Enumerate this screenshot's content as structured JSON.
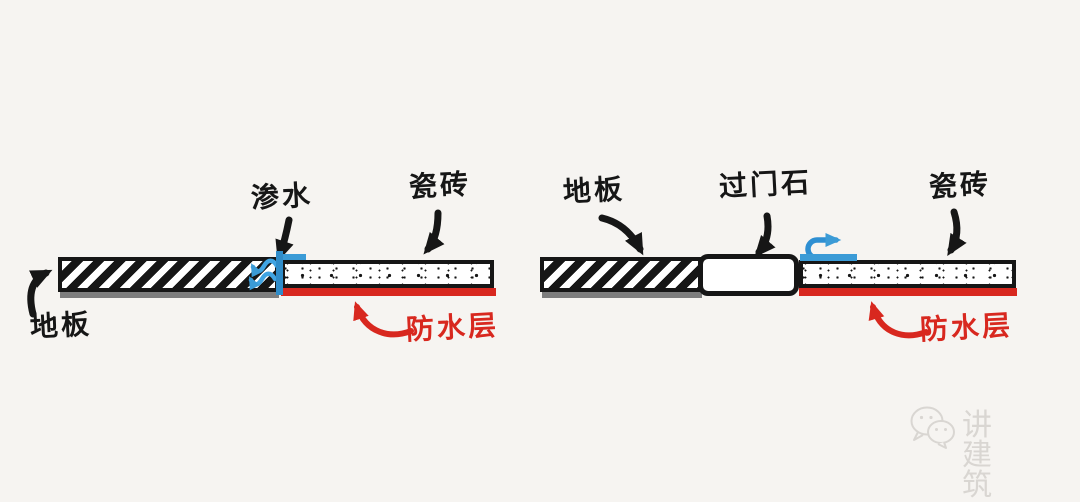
{
  "colors": {
    "background": "#f6f4f1",
    "ink": "#161616",
    "waterproof_red": "#d8281f",
    "water_blue": "#3b9bd6",
    "board_shadow_gray": "#7d7d7d",
    "watermark_gray": "#d9d6d2"
  },
  "left_diagram": {
    "labels": {
      "seepage": "渗水",
      "tile": "瓷砖",
      "floor": "地板",
      "waterproof_layer": "防水层"
    }
  },
  "right_diagram": {
    "labels": {
      "floor": "地板",
      "threshold_stone": "过门石",
      "tile": "瓷砖",
      "waterproof_layer": "防水层"
    }
  },
  "watermark": {
    "icon": "wechat-icon",
    "text": "讲建筑"
  }
}
